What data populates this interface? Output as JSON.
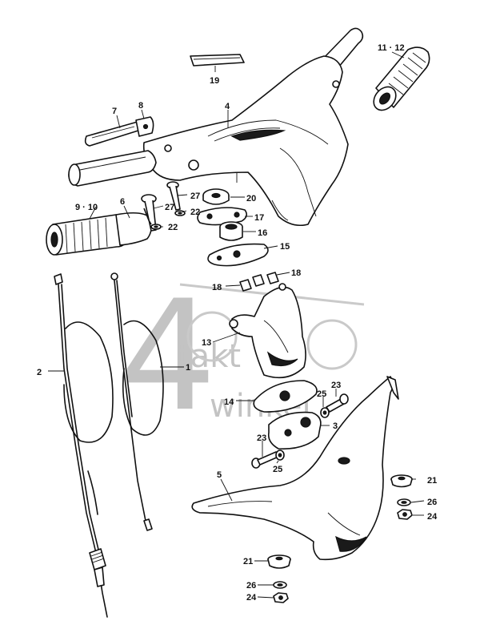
{
  "watermark": {
    "big": "4",
    "word1": "takt",
    "word2": "winkel"
  },
  "labels": {
    "l1": "1",
    "l2": "2",
    "l3": "3",
    "l4": "4",
    "l5": "5",
    "l6": "6",
    "l7": "7",
    "l8": "8",
    "l9_10": "9 · 10",
    "l11_12": "11 · 12",
    "l13": "13",
    "l14": "14",
    "l15": "15",
    "l16": "16",
    "l17": "17",
    "l18a": "18",
    "l18b": "18",
    "l19": "19",
    "l20": "20",
    "l21a": "21",
    "l21b": "21",
    "l22a": "22",
    "l22b": "22",
    "l23a": "23",
    "l23b": "23",
    "l24a": "24",
    "l24b": "24",
    "l25a": "25",
    "l25b": "25",
    "l26a": "26",
    "l26b": "26",
    "l27a": "27",
    "l27b": "27"
  }
}
